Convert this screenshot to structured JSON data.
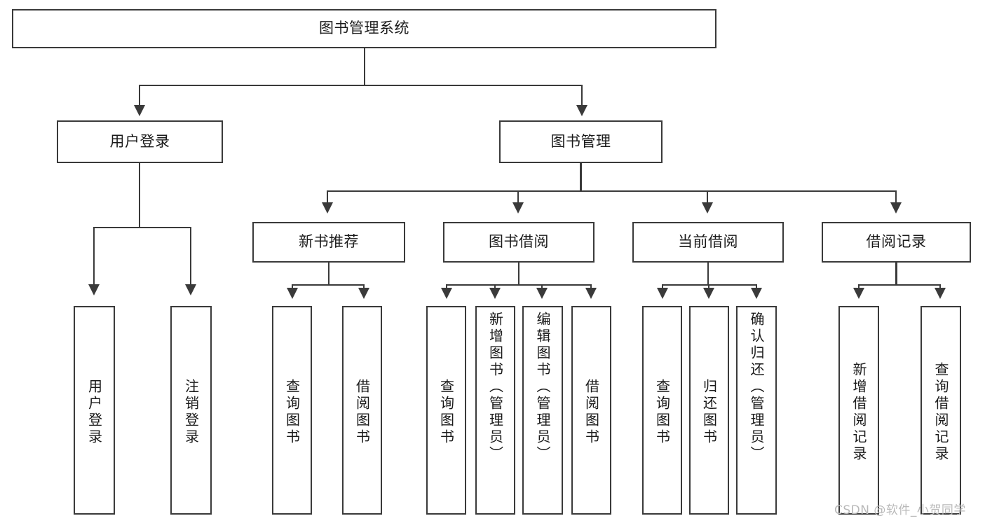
{
  "diagram": {
    "title": "图书管理系统",
    "type": "tree",
    "watermark": "CSDN @软件_小贺同学",
    "colors": {
      "stroke": "#3a3a3a",
      "fill": "#ffffff",
      "text": "#1a1a1a",
      "watermark": "#b9b9b9"
    },
    "root": {
      "label": "图书管理系统"
    },
    "level1": [
      {
        "label": "用户登录"
      },
      {
        "label": "图书管理"
      }
    ],
    "level2": [
      {
        "label": "新书推荐"
      },
      {
        "label": "图书借阅"
      },
      {
        "label": "当前借阅"
      },
      {
        "label": "借阅记录"
      }
    ],
    "leaves_user_login": [
      {
        "label": "用户登录"
      },
      {
        "label": "注销登录"
      }
    ],
    "leaves_new_book": [
      {
        "label": "查询图书"
      },
      {
        "label": "借阅图书"
      }
    ],
    "leaves_borrow": [
      {
        "label": "查询图书"
      },
      {
        "label": "新增图书（管理员）"
      },
      {
        "label": "编辑图书（管理员）"
      },
      {
        "label": "借阅图书"
      }
    ],
    "leaves_current": [
      {
        "label": "查询图书"
      },
      {
        "label": "归还图书"
      },
      {
        "label": "确认归还（管理员）"
      }
    ],
    "leaves_records": [
      {
        "label": "新增借阅记录"
      },
      {
        "label": "查询借阅记录"
      }
    ]
  }
}
